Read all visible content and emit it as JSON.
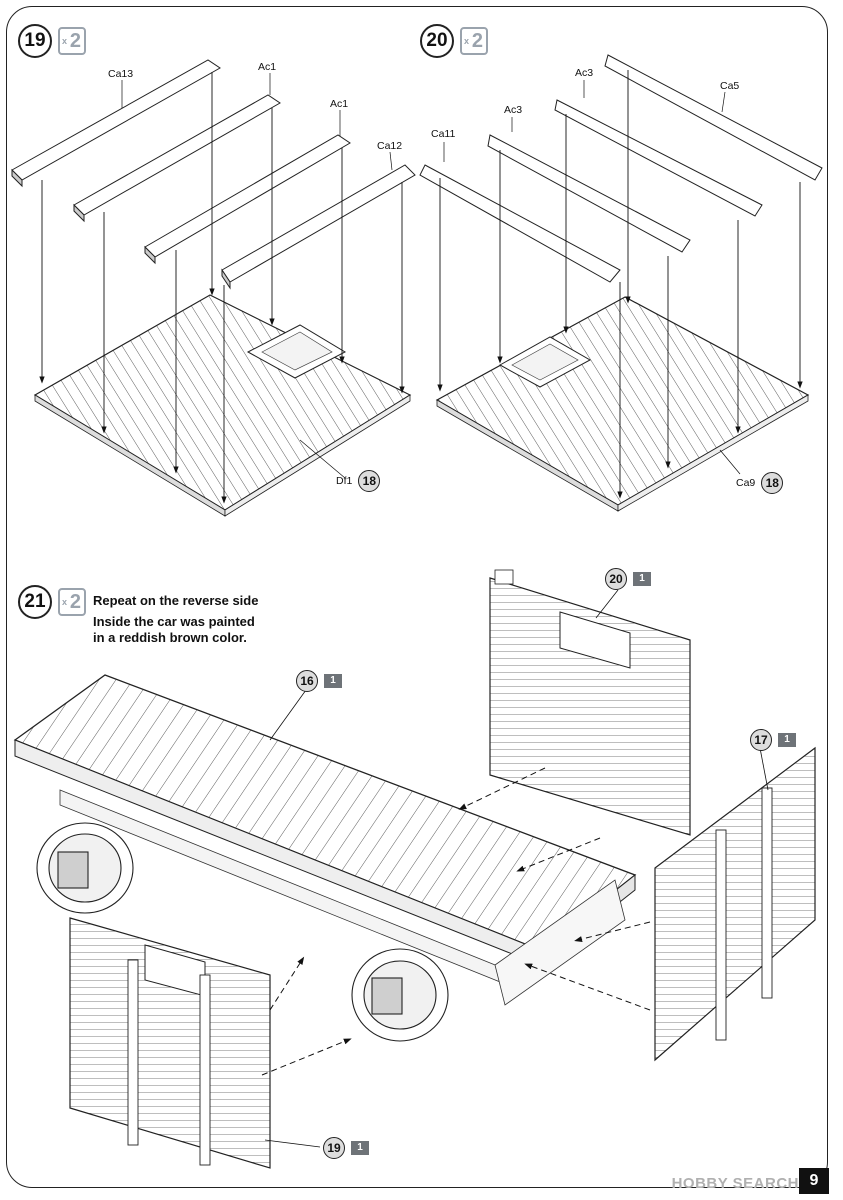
{
  "steps": [
    {
      "number": "19",
      "multiplier": "2"
    },
    {
      "number": "20",
      "multiplier": "2"
    },
    {
      "number": "21",
      "multiplier": "2"
    }
  ],
  "multiplier_prefix": "x",
  "step21_notes": {
    "line1": "Repeat on the reverse side",
    "line2": "Inside the car was painted",
    "line3": "in a reddish brown color."
  },
  "step19_parts": {
    "ca13": "Ca13",
    "ac1a": "Ac1",
    "ac1b": "Ac1",
    "ca12": "Ca12",
    "df1": "Df1",
    "df1_ref": "18"
  },
  "step20_parts": {
    "ca11": "Ca11",
    "ac3a": "Ac3",
    "ac3b": "Ac3",
    "ca5": "Ca5",
    "ca9": "Ca9",
    "ca9_ref": "18"
  },
  "step21_refs": [
    {
      "step": "16",
      "qty": "1"
    },
    {
      "step": "20",
      "qty": "1"
    },
    {
      "step": "17",
      "qty": "1"
    },
    {
      "step": "19",
      "qty": "1"
    }
  ],
  "page_number": "9",
  "watermark": "HOBBY SEARCH"
}
